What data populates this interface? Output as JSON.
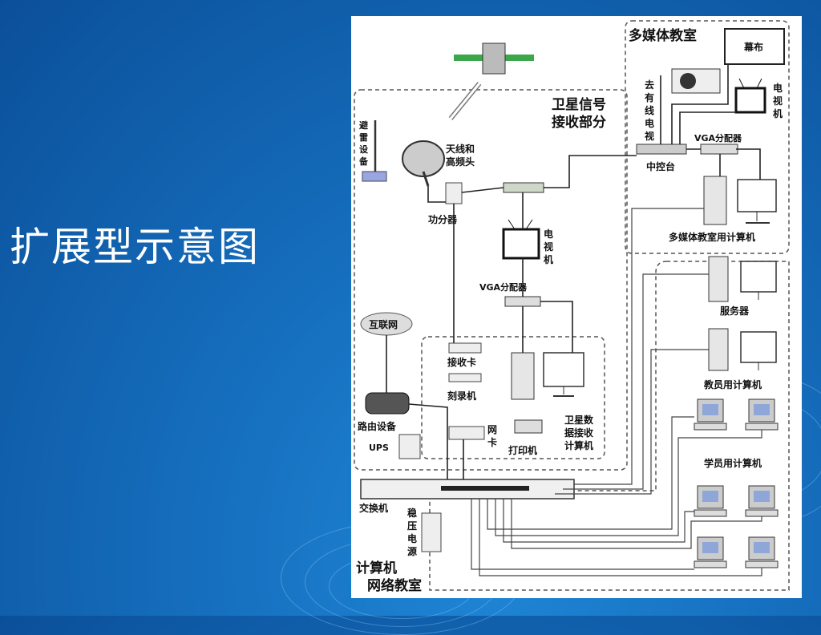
{
  "slide": {
    "title": "扩展型示意图"
  },
  "diagram": {
    "regions": {
      "multimedia": "多媒体教室",
      "satellite_line1": "卫星信号",
      "satellite_line2": "接收部分",
      "network_line1": "计算机",
      "network_line2": "网络教室"
    },
    "devices": {
      "screen": "幕布",
      "tv_top": [
        "电",
        "视",
        "机"
      ],
      "cable_tv": [
        "去",
        "有",
        "线",
        "电",
        "视"
      ],
      "vga_top": "VGA分配器",
      "control": "中控台",
      "mm_computer": "多媒体教室用计算机",
      "lightning": [
        "避",
        "雷",
        "设",
        "备"
      ],
      "antenna1": "天线和",
      "antenna2": "高频头",
      "splitter": "功分器",
      "tv_mid": [
        "电",
        "视",
        "机"
      ],
      "vga_mid": "VGA分配器",
      "internet": "互联网",
      "receiver_card": "接收卡",
      "burner": "刻录机",
      "nic": [
        "网",
        "卡"
      ],
      "printer": "打印机",
      "sat_pc": [
        "卫星数",
        "据接收",
        "计算机"
      ],
      "router": "路由设备",
      "ups": "UPS",
      "switch": "交换机",
      "stabilizer": [
        "稳",
        "压",
        "电",
        "源"
      ],
      "server": "服务器",
      "teacher_pc": "教员用计算机",
      "student_pc": "学员用计算机"
    }
  }
}
